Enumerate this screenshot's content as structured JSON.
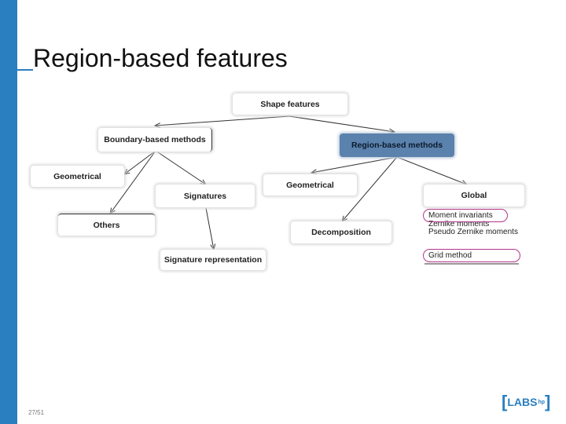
{
  "title": "Region-based features",
  "nodes": {
    "shape_features": "Shape features",
    "boundary_methods": "Boundary-based methods",
    "region_methods": "Region-based methods",
    "geometrical_boundary": "Geometrical",
    "signatures": "Signatures",
    "others": "Others",
    "signature_representation": "Signature representation",
    "geometrical_region": "Geometrical",
    "decomposition": "Decomposition",
    "global": "Global"
  },
  "global_methods": [
    "Moment invariants",
    "Zernike moments",
    "Pseudo Zernike moments"
  ],
  "grid_method": "Grid method",
  "page_number": "27/51",
  "logo": {
    "text": "LABS",
    "sup": "hp"
  },
  "colors": {
    "accent": "#2a7fc0",
    "highlight": "#5b81ad",
    "circle": "#b5358a"
  }
}
